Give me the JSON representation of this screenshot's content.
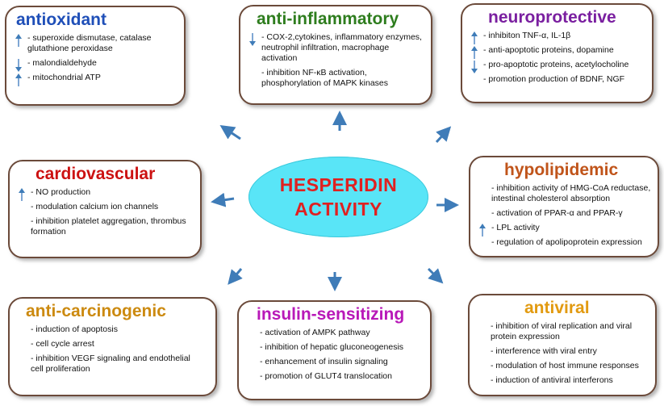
{
  "colors": {
    "antioxidant": "#1f4fb8",
    "anti_inflammatory": "#2e7d1e",
    "neuroprotective": "#7a1fa0",
    "cardiovascular": "#cc1111",
    "hypolipidemic": "#c0541a",
    "anti_carcinogenic": "#cc8a10",
    "insulin_sensitizing": "#b818b8",
    "antiviral": "#e29a10",
    "arrow": "#3f7cb8",
    "center_fill": "#59e5f7",
    "center_text": "#e02020"
  },
  "center": {
    "line1": "HESPERIDIN",
    "line2": "ACTIVITY"
  },
  "antioxidant": {
    "title": "antioxidant",
    "items": [
      {
        "text": "superoxide dismutase, catalase\nglutathione peroxidase",
        "marker": "up"
      },
      {
        "text": "malondialdehyde",
        "marker": "down"
      },
      {
        "text": "mitochondrial ATP",
        "marker": "up"
      }
    ]
  },
  "anti_inflammatory": {
    "title": "anti-inflammatory",
    "items": [
      {
        "text": "COX-2,cytokines, inflammatory enzymes,\nneutrophil infiltration, macrophage\nactivation",
        "marker": "down"
      },
      {
        "text": "inhibition NF-κB activation,\nphosphorylation of MAPK kinases",
        "marker": "dash"
      }
    ]
  },
  "neuroprotective": {
    "title": "neuroprotective",
    "items": [
      {
        "text": "inhibiton TNF-α, IL-1β",
        "marker": "up"
      },
      {
        "text": "anti-apoptotic proteins, dopamine",
        "marker": "up"
      },
      {
        "text": "pro-apoptotic proteins, acetylocholine",
        "marker": "down"
      },
      {
        "text": "promotion production of BDNF, NGF",
        "marker": "dash"
      }
    ]
  },
  "cardiovascular": {
    "title": "cardiovascular",
    "items": [
      {
        "text": "NO production",
        "marker": "up"
      },
      {
        "text": "modulation calcium ion channels",
        "marker": "dash"
      },
      {
        "text": "inhibition platelet aggregation,  thrombus\nformation",
        "marker": "dash"
      }
    ]
  },
  "hypolipidemic": {
    "title": "hypolipidemic",
    "items": [
      {
        "text": "inhibition activity of HMG-CoA reductase,\nintestinal cholesterol absorption",
        "marker": "dash"
      },
      {
        "text": "activation of PPAR-α and PPAR-γ",
        "marker": "dash"
      },
      {
        "text": "LPL activity",
        "marker": "up"
      },
      {
        "text": "regulation of apolipoprotein expression",
        "marker": "dash"
      }
    ]
  },
  "anti_carcinogenic": {
    "title": "anti-carcinogenic",
    "items": [
      {
        "text": "induction of apoptosis",
        "marker": "dash"
      },
      {
        "text": "cell cycle arrest",
        "marker": "dash"
      },
      {
        "text": "inhibition VEGF signaling and endothelial\ncell proliferation",
        "marker": "dash"
      }
    ]
  },
  "insulin_sensitizing": {
    "title": "insulin-sensitizing",
    "items": [
      {
        "text": "activation of AMPK pathway",
        "marker": "dash"
      },
      {
        "text": "inhibition of hepatic gluconeogenesis",
        "marker": "dash"
      },
      {
        "text": "enhancement of insulin signaling",
        "marker": "dash"
      },
      {
        "text": "promotion of GLUT4 translocation",
        "marker": "dash"
      }
    ]
  },
  "antiviral": {
    "title": "antiviral",
    "items": [
      {
        "text": "inhibition of viral replication and  viral\nprotein expression",
        "marker": "dash"
      },
      {
        "text": "interference with viral entry",
        "marker": "dash"
      },
      {
        "text": "modulation of host immune responses",
        "marker": "dash"
      },
      {
        "text": "induction of antiviral interferons",
        "marker": "dash"
      }
    ]
  }
}
